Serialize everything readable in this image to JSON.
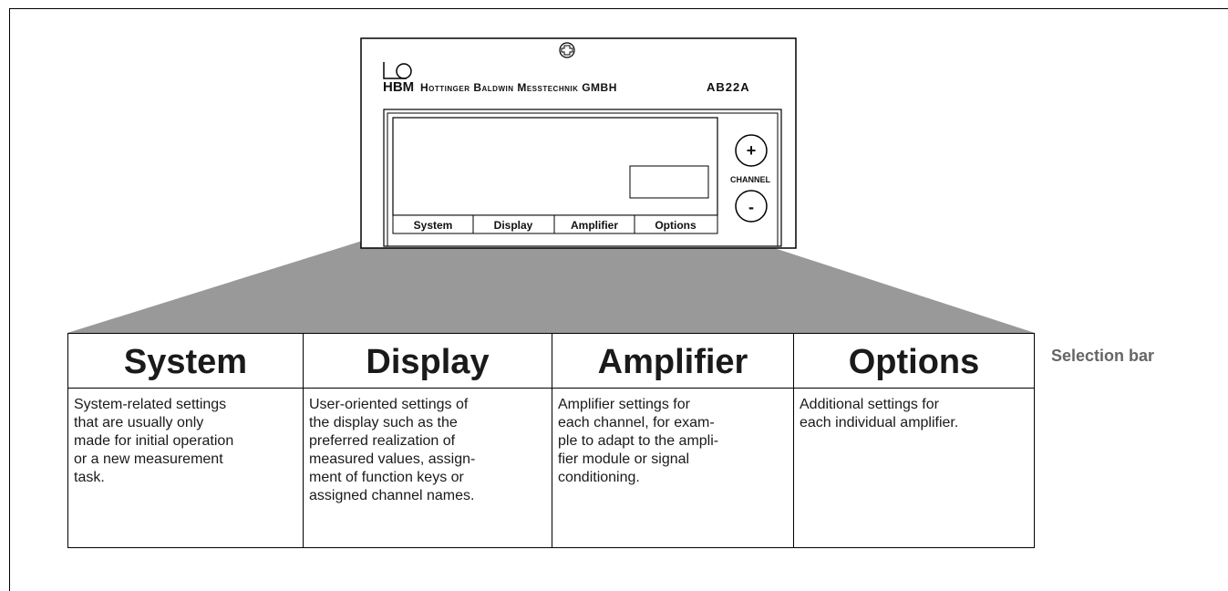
{
  "device": {
    "logo_text": "HBM",
    "manufacturer": "Hottinger Baldwin Messtechnik GMBH",
    "model": "AB22A",
    "channel_label": "CHANNEL",
    "plus_symbol": "+",
    "minus_symbol": "-",
    "softkeys": [
      "System",
      "Display",
      "Amplifier",
      "Options"
    ]
  },
  "categories": [
    {
      "title": "System",
      "description": "System-related settings\nthat are usually only\nmade for initial operation\nor a new measurement\ntask."
    },
    {
      "title": "Display",
      "description": "User-oriented settings of\nthe display such as the\npreferred realization of\nmeasured values, assign-\nment of function keys or\nassigned channel names."
    },
    {
      "title": "Amplifier",
      "description": "Amplifier settings for\neach channel, for exam-\nple to adapt to the ampli-\nfier module or signal\nconditioning."
    },
    {
      "title": "Options",
      "description": "Additional settings for\neach individual amplifier."
    }
  ],
  "selection_bar_label": "Selection bar",
  "colors": {
    "funnel": "#999999",
    "line": "#000000",
    "label_gray": "#666666"
  }
}
